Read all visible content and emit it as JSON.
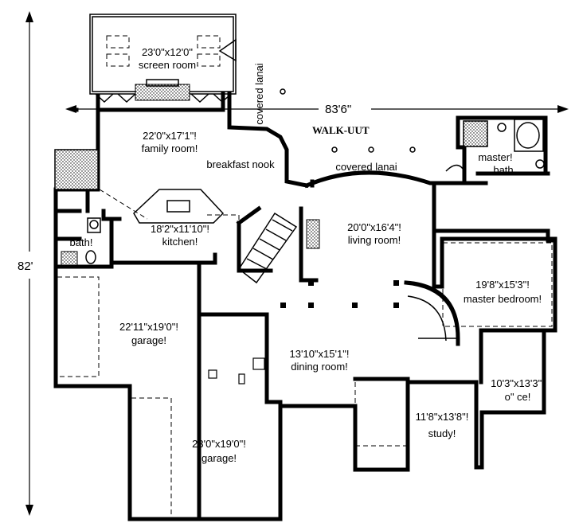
{
  "dimensions": {
    "overall_width": "83'6\"",
    "overall_depth": "82'"
  },
  "outdoor": {
    "covered_lanai_vertical": "covered lanai",
    "covered_lanai": "covered lanai",
    "walk_out": "WALK-UUT"
  },
  "rooms": {
    "screen_room": {
      "size": "23'0\"x12'0\"",
      "name": "screen room"
    },
    "family_room": {
      "size": "22'0\"x17'1\"!",
      "name": "family room!"
    },
    "breakfast_nook": {
      "name": "breakfast nook"
    },
    "kitchen": {
      "size": "18'2\"x11'10\"!",
      "name": "kitchen!"
    },
    "bath": {
      "name": "bath!"
    },
    "living_room": {
      "size": "20'0\"x16'4\"!",
      "name": "living room!"
    },
    "master_bath": {
      "name1": "master!",
      "name2": "bath"
    },
    "master_bedroom": {
      "size": "19'8\"x15'3\"!",
      "name": "master bedroom!"
    },
    "garage_1": {
      "size": "22'11\"x19'0\"!",
      "name": "garage!"
    },
    "dining_room": {
      "size": "13'10\"x15'1\"!",
      "name": "dining room!"
    },
    "office": {
      "size": "10'3\"x13'3\"!",
      "name": "o\" ce!"
    },
    "study": {
      "size": "11'8\"x13'8\"!",
      "name": "study!"
    },
    "garage_2": {
      "size": "23'0\"x19'0\"!",
      "name": "garage!"
    }
  }
}
